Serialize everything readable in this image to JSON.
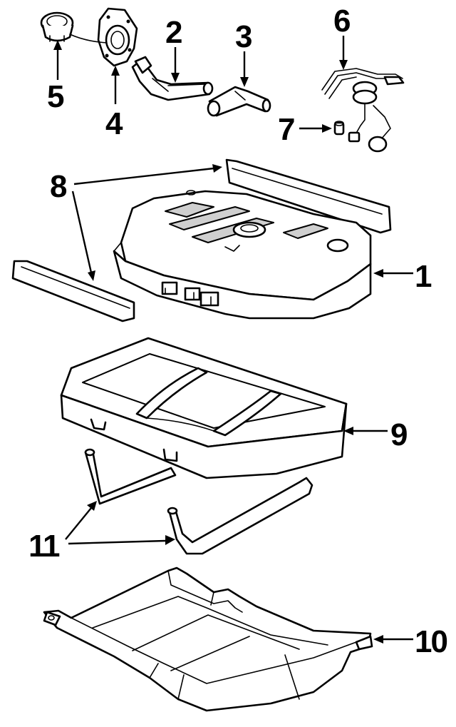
{
  "callouts": [
    {
      "id": "1",
      "label": "1"
    },
    {
      "id": "2",
      "label": "2"
    },
    {
      "id": "3",
      "label": "3"
    },
    {
      "id": "4",
      "label": "4"
    },
    {
      "id": "5",
      "label": "5"
    },
    {
      "id": "6",
      "label": "6"
    },
    {
      "id": "7",
      "label": "7"
    },
    {
      "id": "8",
      "label": "8"
    },
    {
      "id": "9",
      "label": "9"
    },
    {
      "id": "10",
      "label": "10"
    },
    {
      "id": "11",
      "label": "11"
    }
  ],
  "colors": {
    "ink": "#000000",
    "paper": "#ffffff",
    "shading": "#cfcfcf"
  }
}
